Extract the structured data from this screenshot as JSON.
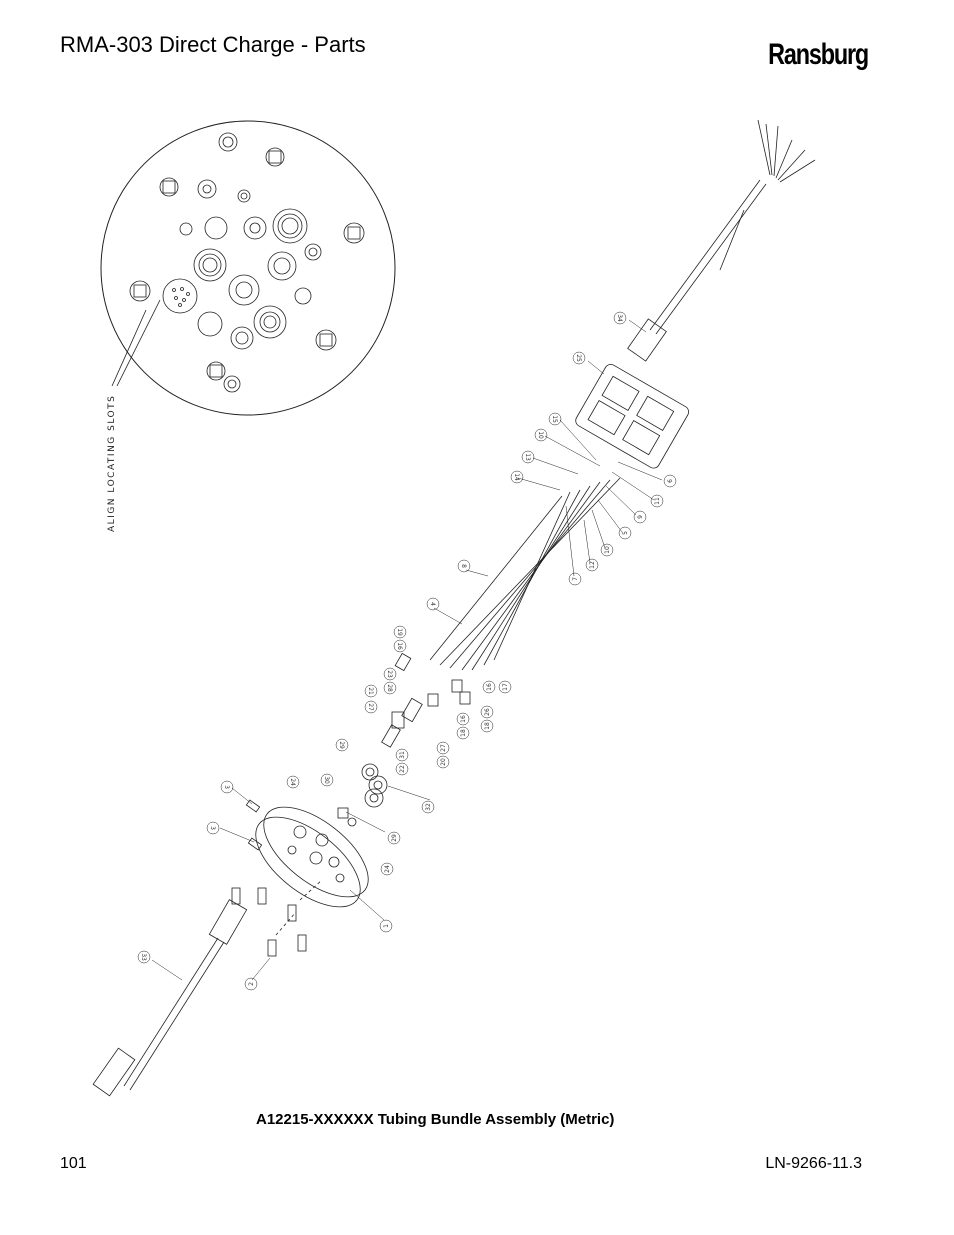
{
  "header": {
    "title": "RMA-303 Direct Charge - Parts",
    "brand": "Ransburg"
  },
  "figure": {
    "side_label": "ALIGN LOCATING SLOTS",
    "caption": "A12215-XXXXXX Tubing Bundle Assembly (Metric)",
    "callouts": [
      "34",
      "25",
      "15",
      "10",
      "13",
      "14",
      "6",
      "11",
      "9",
      "5",
      "10",
      "12",
      "7",
      "8",
      "4",
      "19",
      "16",
      "23",
      "28",
      "21",
      "17",
      "16",
      "27",
      "18",
      "26",
      "16",
      "18",
      "27",
      "20",
      "29",
      "31",
      "22",
      "32",
      "30",
      "24",
      "3",
      "3",
      "29",
      "24",
      "1",
      "33",
      "2"
    ]
  },
  "footer": {
    "page_number": "101",
    "doc_number": "LN-9266-11.3"
  }
}
